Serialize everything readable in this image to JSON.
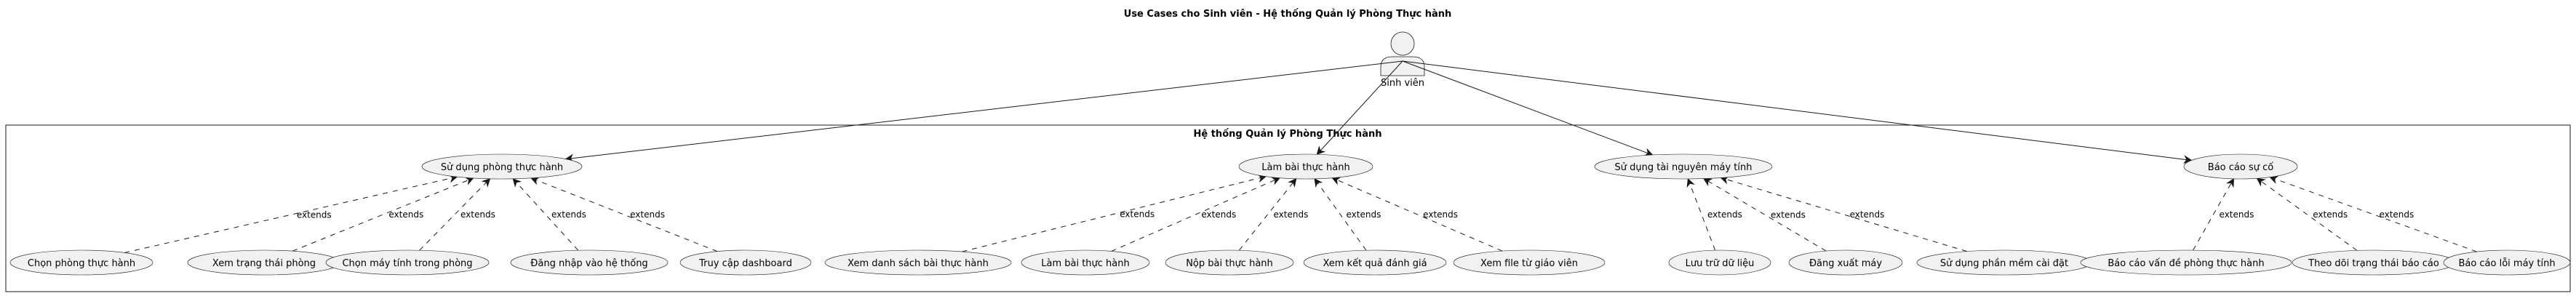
{
  "title": "Use Cases cho Sinh viên - Hệ thống Quản lý Phòng Thực hành",
  "actor": {
    "name": "Sinh viên",
    "icon": "user-icon"
  },
  "system": {
    "name": "Hệ thống Quản lý Phòng Thực hành"
  },
  "extend_label": "extends",
  "main_use_cases": [
    {
      "id": "uc1",
      "label": "Sử dụng phòng thực hành"
    },
    {
      "id": "uc2",
      "label": "Làm bài thực hành"
    },
    {
      "id": "uc3",
      "label": "Sử dụng tài nguyên máy tính"
    },
    {
      "id": "uc4",
      "label": "Báo cáo sự cố"
    }
  ],
  "extension_use_cases": [
    {
      "id": "e1",
      "label": "Chọn phòng thực hành",
      "extends": "uc1"
    },
    {
      "id": "e2",
      "label": "Xem trạng thái phòng",
      "extends": "uc1"
    },
    {
      "id": "e3",
      "label": "Chọn máy tính trong phòng",
      "extends": "uc1"
    },
    {
      "id": "e4",
      "label": "Đăng nhập vào hệ thống",
      "extends": "uc1"
    },
    {
      "id": "e5",
      "label": "Truy cập dashboard",
      "extends": "uc1"
    },
    {
      "id": "e6",
      "label": "Xem danh sách bài thực hành",
      "extends": "uc2"
    },
    {
      "id": "e7",
      "label": "Làm bài thực hành",
      "extends": "uc2"
    },
    {
      "id": "e8",
      "label": "Nộp bài thực hành",
      "extends": "uc2"
    },
    {
      "id": "e9",
      "label": "Xem kết quả đánh giá",
      "extends": "uc2"
    },
    {
      "id": "e10",
      "label": "Xem file từ giáo viên",
      "extends": "uc2"
    },
    {
      "id": "e11",
      "label": "Lưu trữ dữ liệu",
      "extends": "uc3"
    },
    {
      "id": "e12",
      "label": "Đăng xuất máy",
      "extends": "uc3"
    },
    {
      "id": "e13",
      "label": "Sử dụng phần mềm cài đặt",
      "extends": "uc3"
    },
    {
      "id": "e14",
      "label": "Báo cáo vấn đề phòng thực hành",
      "extends": "uc4"
    },
    {
      "id": "e15",
      "label": "Theo dõi trạng thái báo cáo",
      "extends": "uc4"
    },
    {
      "id": "e16",
      "label": "Báo cáo lỗi máy tính",
      "extends": "uc4"
    }
  ]
}
